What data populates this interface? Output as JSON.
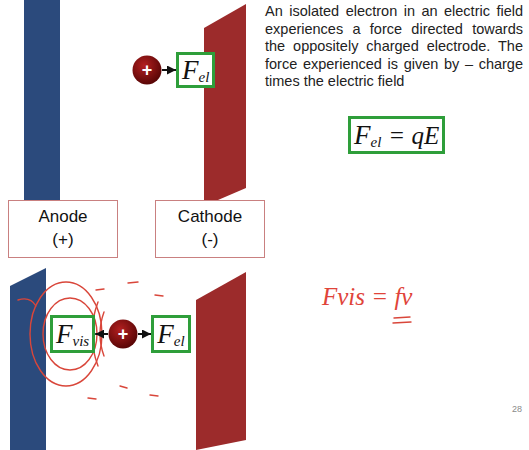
{
  "diagram": {
    "nodes": [
      {
        "text": [
          "+"
        ]
      },
      {
        "text": [
          "F",
          "el"
        ]
      },
      {
        "text": [
          "F",
          "el",
          "= qE"
        ]
      },
      {
        "text": [
          "Anode (+)"
        ]
      },
      {
        "text": [
          "Cathode (-)"
        ]
      },
      {
        "text": [
          "F",
          "vis"
        ]
      },
      {
        "text": [
          "+"
        ]
      },
      {
        "text": [
          "F",
          "el"
        ]
      }
    ],
    "edges": [
      {
        "from": 0,
        "to": 1,
        "arrow": "to"
      },
      {
        "from": 6,
        "to": 5,
        "arrow": "to"
      },
      {
        "from": 6,
        "to": 7,
        "arrow": "to"
      }
    ],
    "labels": [
      "An isolated electron in an electric field experiences a force directed towards the oppositely charged electrode. The force experienced is given by – charge times the electric field",
      "Fvis = fv",
      "28"
    ]
  }
}
